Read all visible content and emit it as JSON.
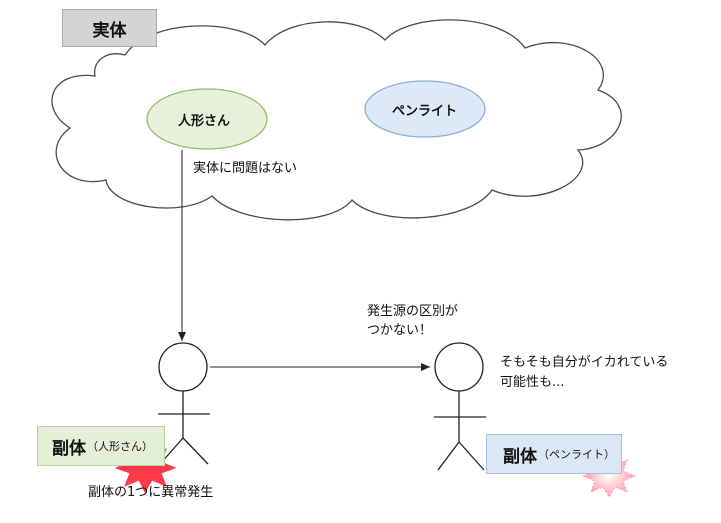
{
  "real_label": "実体",
  "nodes": {
    "doll": "人形さん",
    "penlight": "ペンライト"
  },
  "edge_label": "実体に問題はない",
  "source_note": [
    "発生源の区別が",
    "つかない！"
  ],
  "doubt_note": [
    "そもそも自分がイカれている",
    "可能性も..."
  ],
  "replica_doll": {
    "main": "副体",
    "sub": "（人形さん）"
  },
  "replica_penlight": {
    "main": "副体",
    "sub": "（ペンライト）"
  },
  "anomaly_note": "副体の1つに異常発生",
  "colors": {
    "doll_fill": "#e6f0da",
    "doll_stroke": "#8fbf6a",
    "penlight_fill": "#dde9f6",
    "penlight_stroke": "#8ab0d6",
    "burst_strong": "#ff3a4a",
    "burst_faint": "#ffd0d8"
  }
}
